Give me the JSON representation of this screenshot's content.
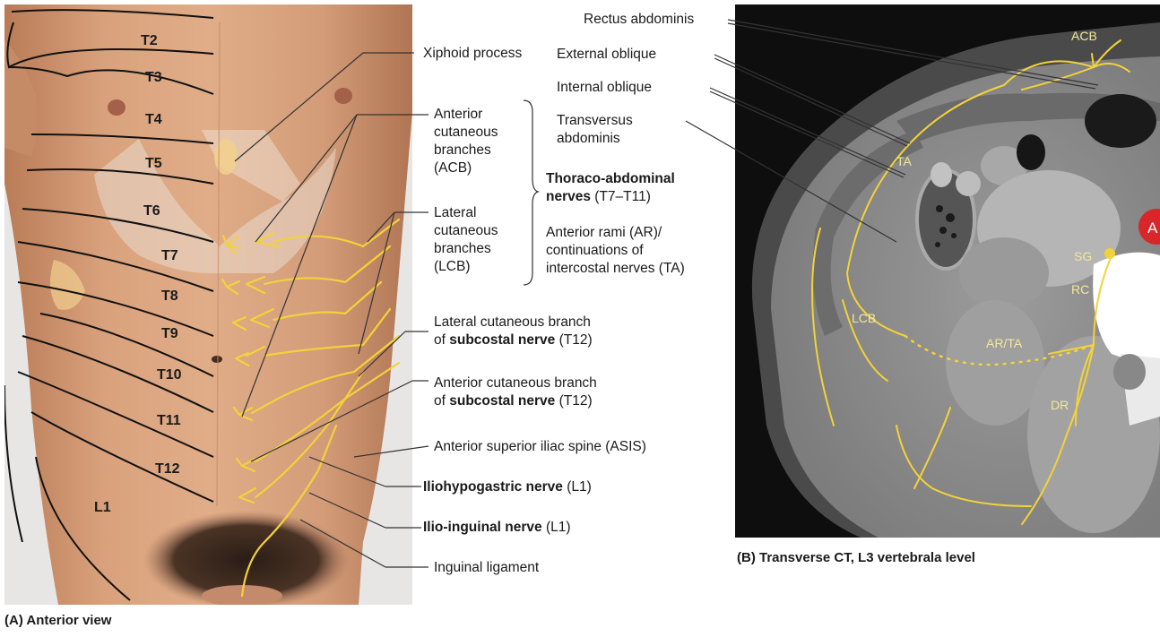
{
  "panel_a": {
    "caption": "(A) Anterior view",
    "dermatomes": [
      "T2",
      "T3",
      "T4",
      "T5",
      "T6",
      "T7",
      "T8",
      "T9",
      "T10",
      "T11",
      "T12",
      "L1"
    ],
    "labels": {
      "xiphoid": "Xiphoid process",
      "acb": [
        "Anterior",
        "cutaneous",
        "branches",
        "(ACB)"
      ],
      "lcb": [
        "Lateral",
        "cutaneous",
        "branches",
        "(LCB)"
      ],
      "thoraco_bold_1": "Thoraco-abdominal",
      "thoraco_bold_2": "nerves",
      "thoraco_range": " (T7–T11)",
      "anterior_rami": [
        "Anterior rami (AR)/",
        "continuations of",
        "intercostal nerves (TA)"
      ],
      "lat_subcostal_1": "Lateral cutaneous branch",
      "lat_subcostal_2a": "of ",
      "lat_subcostal_2b": "subcostal nerve",
      "lat_subcostal_2c": " (T12)",
      "ant_subcostal_1": "Anterior cutaneous branch",
      "ant_subcostal_2a": "of ",
      "ant_subcostal_2b": "subcostal nerve",
      "ant_subcostal_2c": " (T12)",
      "asis": "Anterior superior iliac spine (ASIS)",
      "iliohypogastric_b": "Iliohypogastric nerve",
      "iliohypogastric_r": " (L1)",
      "ilioinguinal_b": "Ilio-inguinal nerve",
      "ilioinguinal_r": " (L1)",
      "inguinal": "Inguinal ligament"
    }
  },
  "panel_b": {
    "caption": "(B) Transverse CT, L3 vertebrala level",
    "muscle_labels": [
      "Rectus abdominis",
      "External oblique",
      "Internal oblique",
      "Transversus",
      "abdominis"
    ],
    "ct_labels": {
      "acb": "ACB",
      "ta": "TA",
      "sg": "SG",
      "rc": "RC",
      "lcb": "LCB",
      "ar_ta": "AR/TA",
      "dr": "DR",
      "a": "A"
    }
  },
  "colors": {
    "nerve": "#f2d23a",
    "leader": "#333333",
    "skin": "#d7a07b",
    "ct_bg": "#0e0e0e"
  }
}
